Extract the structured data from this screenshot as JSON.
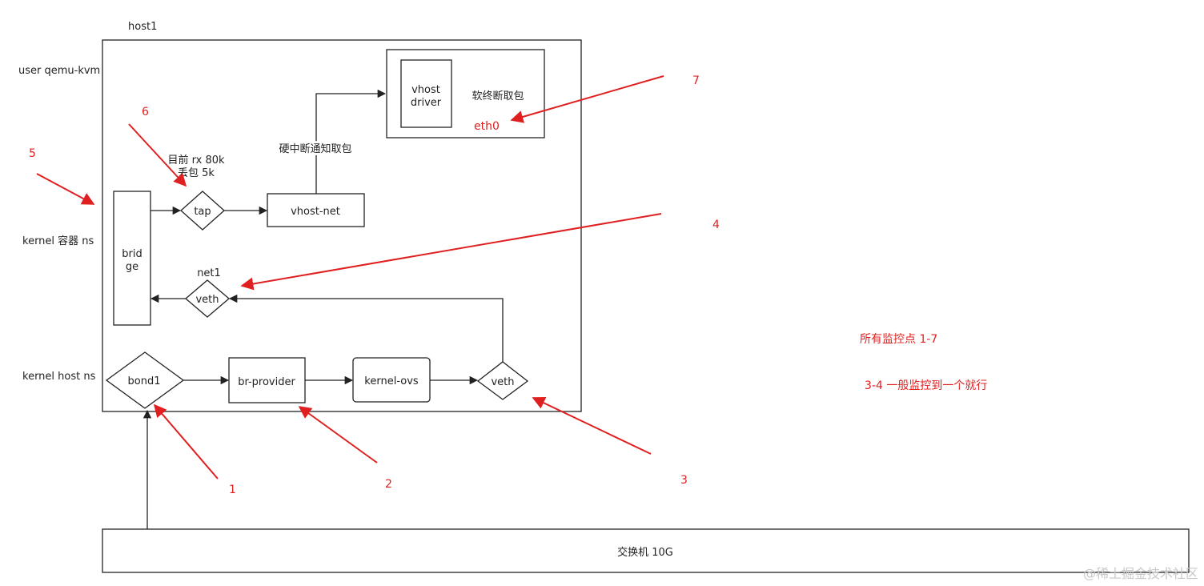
{
  "layers": {
    "host1": "host1",
    "user": "user qemu-kvm",
    "kernel_container": "kernel 容器 ns",
    "kernel_host": "kernel host ns"
  },
  "nodes": {
    "vhost_driver_line1": "vhost",
    "vhost_driver_line2": "driver",
    "soft_irq": "软终断取包",
    "eth0": "eth0",
    "hard_irq": "硬中断通知取包",
    "vhost_net": "vhost-net",
    "tap": "tap",
    "tap_stats_line1": "目前 rx 80k",
    "tap_stats_line2": "丢包 5k",
    "bridge_line1": "brid",
    "bridge_line2": "ge",
    "net1": "net1",
    "veth_container": "veth",
    "bond1": "bond1",
    "br_provider": "br-provider",
    "kernel_ovs": "kernel-ovs",
    "veth_host": "veth",
    "switch": "交换机 10G"
  },
  "monitor_points": [
    "1",
    "2",
    "3",
    "4",
    "5",
    "6",
    "7"
  ],
  "notes": {
    "all_points": "所有监控点 1-7",
    "pick_one": "3-4 一般监控到一个就行"
  },
  "watermark": "@稀土掘金技术社区",
  "colors": {
    "line": "#222222",
    "accent": "#e02020",
    "watermark": "#c8c8c8"
  }
}
